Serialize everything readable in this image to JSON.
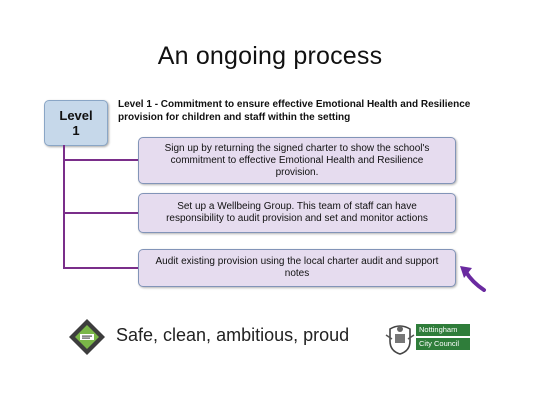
{
  "slide": {
    "title": "An ongoing process"
  },
  "level": {
    "label_line1": "Level",
    "label_line2": "1",
    "description": "Level 1 - Commitment to ensure effective Emotional Health and Resilience provision for children and staff within the setting"
  },
  "steps": [
    "Sign up by returning the signed charter to show the school's commitment to effective Emotional Health and Resilience provision.",
    "Set up a Wellbeing Group. This team of staff can have responsibility to audit provision and set and monitor actions",
    "Audit existing provision using the local charter audit and support notes"
  ],
  "footer": {
    "tagline": "Safe, clean, ambitious, proud",
    "council_line1": "Nottingham",
    "council_line2": "City Council"
  },
  "colors": {
    "connector": "#7a2e8a",
    "step_fill": "#e6dcef",
    "step_border": "#8294b8",
    "level_fill": "#c6d8ea",
    "arrow": "#6a2aa0",
    "council_green": "#2f7d3a"
  }
}
